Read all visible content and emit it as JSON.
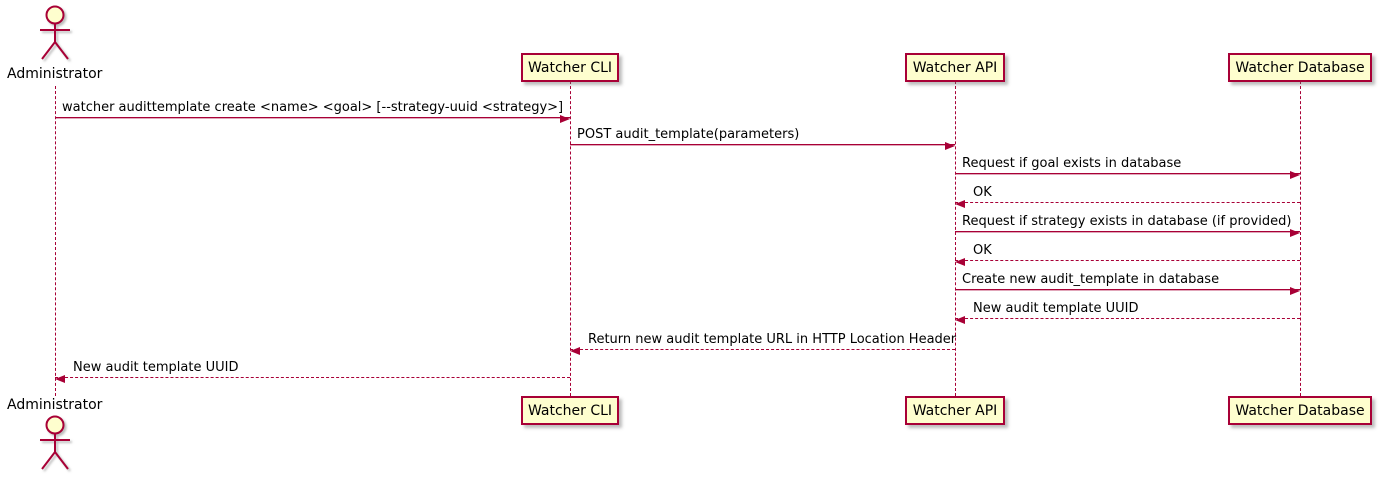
{
  "diagram": {
    "type": "sequence-diagram",
    "colors": {
      "line": "#A80036",
      "participant_fill": "#FEFECE",
      "text": "#000000"
    },
    "actor": {
      "label": "Administrator"
    },
    "participants": [
      {
        "label": "Watcher CLI"
      },
      {
        "label": "Watcher API"
      },
      {
        "label": "Watcher Database"
      }
    ],
    "messages": [
      {
        "text": "watcher audittemplate create <name> <goal> [--strategy-uuid <strategy>]",
        "from": "Administrator",
        "to": "Watcher CLI",
        "style": "solid"
      },
      {
        "text": "POST audit_template(parameters)",
        "from": "Watcher CLI",
        "to": "Watcher API",
        "style": "solid"
      },
      {
        "text": "Request if goal exists in database",
        "from": "Watcher API",
        "to": "Watcher Database",
        "style": "solid"
      },
      {
        "text": "OK",
        "from": "Watcher Database",
        "to": "Watcher API",
        "style": "dashed"
      },
      {
        "text": "Request if strategy exists in database (if provided)",
        "from": "Watcher API",
        "to": "Watcher Database",
        "style": "solid"
      },
      {
        "text": "OK",
        "from": "Watcher Database",
        "to": "Watcher API",
        "style": "dashed"
      },
      {
        "text": "Create new audit_template in database",
        "from": "Watcher API",
        "to": "Watcher Database",
        "style": "solid"
      },
      {
        "text": "New audit template UUID",
        "from": "Watcher Database",
        "to": "Watcher API",
        "style": "dashed"
      },
      {
        "text": "Return new audit template URL in HTTP Location Header",
        "from": "Watcher API",
        "to": "Watcher CLI",
        "style": "dashed"
      },
      {
        "text": "New audit template UUID",
        "from": "Watcher CLI",
        "to": "Administrator",
        "style": "dashed"
      }
    ]
  }
}
